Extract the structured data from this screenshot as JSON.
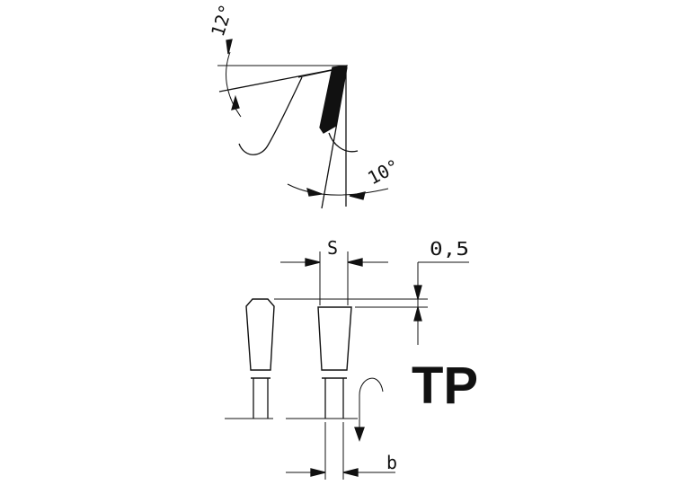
{
  "labels": {
    "top_angle": "12°",
    "bottom_angle": "10°",
    "kerf": "S",
    "height_offset": "0,5",
    "body": "b",
    "tooth_type": "TP"
  },
  "colors": {
    "line": "#111111",
    "light_line": "#888888",
    "fill": "#111111",
    "background": "#ffffff"
  }
}
